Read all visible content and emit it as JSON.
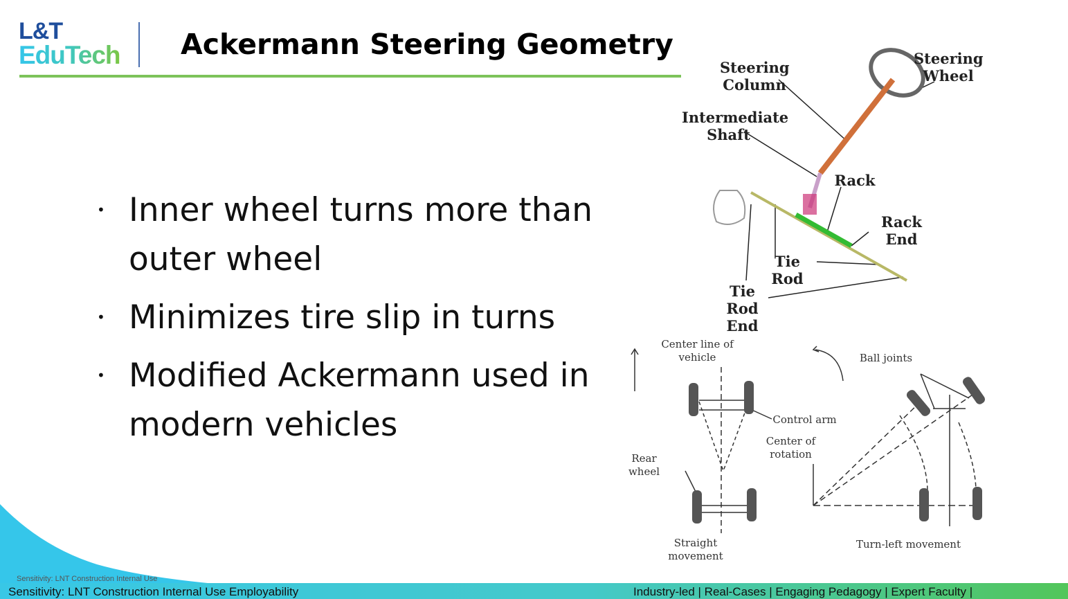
{
  "logo": {
    "line1": "L&T",
    "line2": "EduTech"
  },
  "title": "Ackermann Steering Geometry",
  "bullets": [
    "Inner wheel turns more than outer wheel",
    "Minimizes tire slip in turns",
    "Modified Ackermann used in modern vehicles"
  ],
  "steering_diagram": {
    "steering_column": "Steering Column",
    "steering_wheel": "Steering Wheel",
    "intermediate_shaft": "Intermediate Shaft",
    "rack": "Rack",
    "rack_end": "Rack End",
    "tie_rod": "Tie Rod",
    "tie_rod_end": "Tie Rod End"
  },
  "geometry_diagram": {
    "center_line": "Center line of vehicle",
    "ball_joints": "Ball joints",
    "control_arm": "Control arm",
    "center_rotation": "Center of rotation",
    "rear_wheel": "Rear wheel",
    "straight": "Straight movement",
    "turn_left": "Turn-left movement"
  },
  "footer": {
    "sensitivity_small": "Sensitivity: LNT Construction Internal Use",
    "left": "Sensitivity: LNT Construction Internal Use Employability",
    "right": "Industry-led | Real-Cases | Engaging Pedagogy | Expert Faculty |"
  },
  "colors": {
    "brand_blue": "#1f4e9c",
    "brand_green": "#7cc35a",
    "cyan": "#35c6ea"
  }
}
